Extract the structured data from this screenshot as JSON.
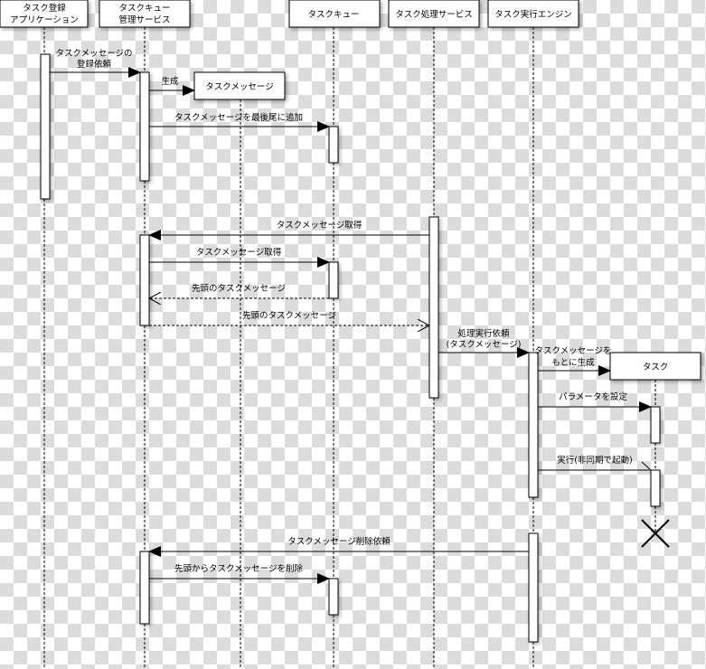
{
  "participants": {
    "app": [
      "タスク登録",
      "アプリケーション"
    ],
    "manager": [
      "タスクキュー",
      "管理サービス"
    ],
    "queue": "タスクキュー",
    "processor": "タスク処理サービス",
    "engine": "タスク実行エンジン",
    "message_object": "タスクメッセージ",
    "task_object": "タスク"
  },
  "messages": {
    "m1": [
      "タスクメッセージの",
      "登録依頼"
    ],
    "m2": "生成",
    "m3": "タスクメッセージを最後尾に追加",
    "m4": "タスクメッセージ取得",
    "m5": "タスクメッセージ取得",
    "m6": "先頭のタスクメッセージ",
    "m7": "先頭のタスクメッセージ",
    "m8": [
      "処理実行依頼",
      "(タスクメッセージ)"
    ],
    "m9": [
      "タスクメッセージを",
      "もとに生成"
    ],
    "m10": "パラメータを設定",
    "m11": "実行(非同期で起動)",
    "m12": "タスクメッセージ削除依頼",
    "m13": "先頭からタスクメッセージを削除"
  }
}
